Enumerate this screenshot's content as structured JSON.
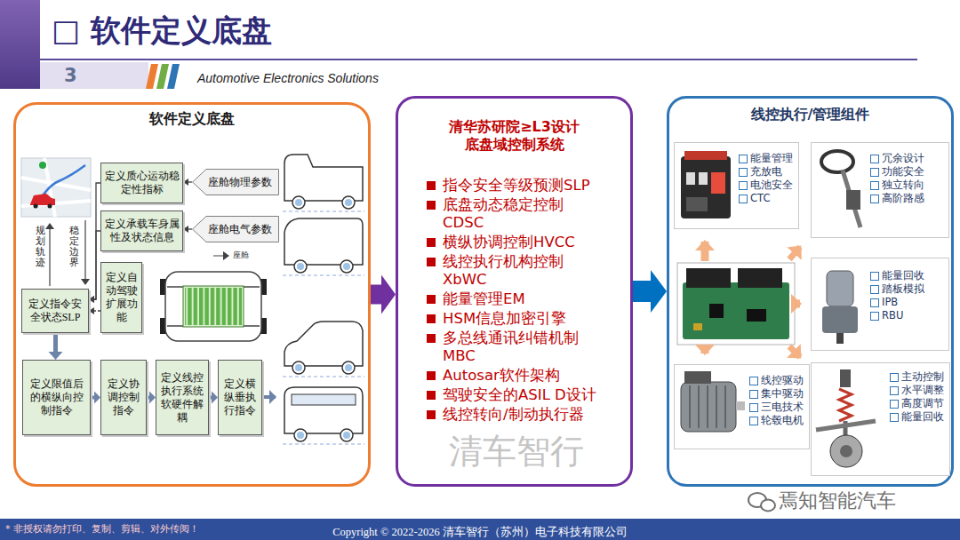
{
  "diagram": {
    "title": "□ 软件定义底盘",
    "nodes": [
      {
        "text": [
          "软件定义底盘"
        ]
      },
      {
        "text": [
          "定义质心运动稳定性指标"
        ],
        "in": 0
      },
      {
        "text": [
          "座舱物理参数"
        ],
        "in": 0
      },
      {
        "text": [
          "定义承载车身属性及状态信息"
        ],
        "in": 0
      },
      {
        "text": [
          "座舱电气参数"
        ],
        "in": 0
      },
      {
        "text": [
          "定义自动驾驶扩展功能"
        ],
        "in": 0
      },
      {
        "text": [
          "定义指令安全状态SLP"
        ],
        "in": 0
      },
      {
        "text": [
          "定义限值后的横纵向控制指令"
        ],
        "in": 0
      },
      {
        "text": [
          "定义协调控制指令"
        ],
        "in": 0
      },
      {
        "text": [
          "定义线控执行系统软硬件解耦"
        ],
        "in": 0
      },
      {
        "text": [
          "定义横纵垂执行指令"
        ],
        "in": 0
      },
      {
        "text": [
          "清华苏研院≥L3设计底盘域控制系统",
          "指令安全等级预测SLP",
          "底盘动态稳定控制CDSC",
          "横纵协调控制HVCC",
          "线控执行机构控制XbWC",
          "能量管理EM",
          "HSM信息加密引擎",
          "多总线通讯纠错机制MBC",
          "Autosar软件架构",
          "驾驶安全的ASIL D设计",
          "线控转向/制动执行器"
        ]
      },
      {
        "text": [
          "线控执行/管理组件"
        ]
      },
      {
        "text": [
          "能量管理",
          "充放电",
          "电池安全",
          "CTC"
        ],
        "in": 12
      },
      {
        "text": [
          "冗余设计",
          "功能安全",
          "独立转向",
          "高阶路感"
        ],
        "in": 12
      },
      {
        "text": [
          "能量回收",
          "踏板模拟",
          "IPB",
          "RBU"
        ],
        "in": 12
      },
      {
        "text": [
          "线控驱动",
          "集中驱动",
          "三电技术",
          "轮毂电机"
        ],
        "in": 12
      },
      {
        "text": [
          "主动控制",
          "水平调整",
          "高度调节",
          "能量回收"
        ],
        "in": 12
      }
    ],
    "edges": [
      {
        "from": 2,
        "to": 1,
        "arrow": "to"
      },
      {
        "from": 4,
        "to": 3,
        "arrow": "to"
      },
      {
        "from": 1,
        "to": 6,
        "arrow": "to"
      },
      {
        "from": 3,
        "to": 6,
        "arrow": "to"
      },
      {
        "from": 5,
        "to": 6,
        "arrow": "to"
      },
      {
        "from": 6,
        "to": 7,
        "arrow": "to"
      },
      {
        "from": 7,
        "to": 8,
        "arrow": "to"
      },
      {
        "from": 8,
        "to": 9,
        "arrow": "to"
      },
      {
        "from": 9,
        "to": 10,
        "arrow": "to"
      },
      {
        "from": 0,
        "to": 11,
        "arrow": "to"
      },
      {
        "from": 11,
        "to": 12,
        "arrow": "to"
      }
    ],
    "labels": [
      "3",
      "Automotive Electronics Solutions",
      "规划轨迹",
      "稳定边界",
      "座舱",
      "清车智行",
      "焉知智能汽车",
      "* 非授权请勿打印、复制、剪辑、对外传阅！",
      "Copyright © 2022-2026 清车智行（苏州）电子科技有限公司"
    ]
  }
}
